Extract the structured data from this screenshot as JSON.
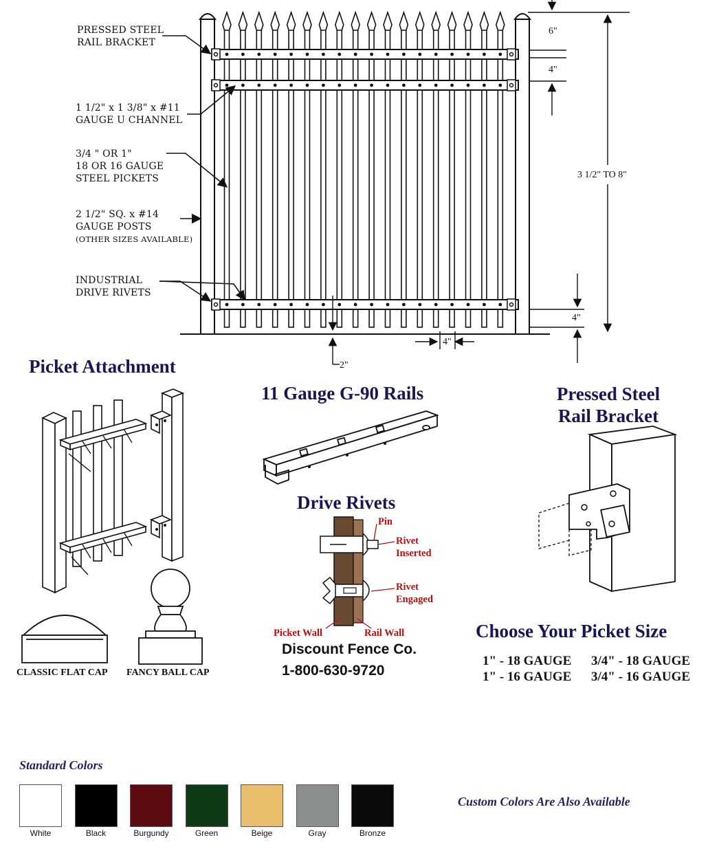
{
  "fence_labels": {
    "bracket_line1": "PRESSED STEEL",
    "bracket_line2": "RAIL BRACKET",
    "channel_line1": "1 1/2\" x 1 3/8\" x #11",
    "channel_line2": "GAUGE U CHANNEL",
    "pickets_line1": "3/4 \" OR 1\"",
    "pickets_line2": "18 OR 16 GAUGE",
    "pickets_line3": "STEEL PICKETS",
    "posts_line1": "2 1/2\" SQ. x #14",
    "posts_line2": "GAUGE POSTS",
    "posts_line3": "(OTHER SIZES AVAILABLE)",
    "rivets_line1": "INDUSTRIAL",
    "rivets_line2": "DRIVE RIVETS"
  },
  "dimensions": {
    "top_spacing": "6\"",
    "rail_gap": "4\"",
    "height_range": "3 1/2\" TO 8\"",
    "bottom_spacing": "4\"",
    "picket_spacing": "4\"",
    "ground_clearance": "2\""
  },
  "sections": {
    "picket_attachment": "Picket Attachment",
    "rails": "11 Gauge G-90 Rails",
    "bracket_line1": "Pressed Steel",
    "bracket_line2": "Rail Bracket",
    "drive_rivets": "Drive Rivets",
    "picket_size": "Choose Your Picket Size"
  },
  "caps": {
    "flat": "CLASSIC FLAT CAP",
    "ball": "FANCY BALL CAP"
  },
  "rivet_labels": {
    "pin": "Pin",
    "inserted_line1": "Rivet",
    "inserted_line2": "Inserted",
    "engaged_line1": "Rivet",
    "engaged_line2": "Engaged",
    "picket_wall": "Picket Wall",
    "rail_wall": "Rail Wall"
  },
  "company": {
    "name": "Discount Fence Co.",
    "phone": "1-800-630-9720"
  },
  "picket_sizes": [
    "1\" - 18 GAUGE",
    "3/4\" - 18 GAUGE",
    "1\" - 16 GAUGE",
    "3/4\" - 16 GAUGE"
  ],
  "colors_section": {
    "title": "Standard Colors",
    "custom_note": "Custom Colors Are Also Available",
    "swatches": [
      {
        "name": "White",
        "hex": "#ffffff"
      },
      {
        "name": "Black",
        "hex": "#000000"
      },
      {
        "name": "Burgundy",
        "hex": "#5e0a12"
      },
      {
        "name": "Green",
        "hex": "#0f3a17"
      },
      {
        "name": "Beige",
        "hex": "#e8bd6c"
      },
      {
        "name": "Gray",
        "hex": "#8b8f90"
      },
      {
        "name": "Bronze",
        "hex": "#0d0b0a"
      }
    ]
  }
}
